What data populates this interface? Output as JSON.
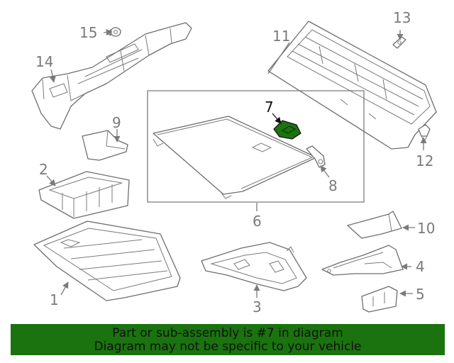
{
  "callouts": [
    "1",
    "2",
    "3",
    "4",
    "5",
    "6",
    "7",
    "8",
    "9",
    "10",
    "11",
    "12",
    "13",
    "14",
    "15"
  ],
  "highlighted_part": "7",
  "colors": {
    "highlight": "#1a730e",
    "line": "#6e6e6e",
    "banner": "#1a730e"
  },
  "banner": {
    "line1": "Part or sub-assembly is #7 in diagram",
    "line2": "Diagram may not be specific to your vehicle"
  }
}
